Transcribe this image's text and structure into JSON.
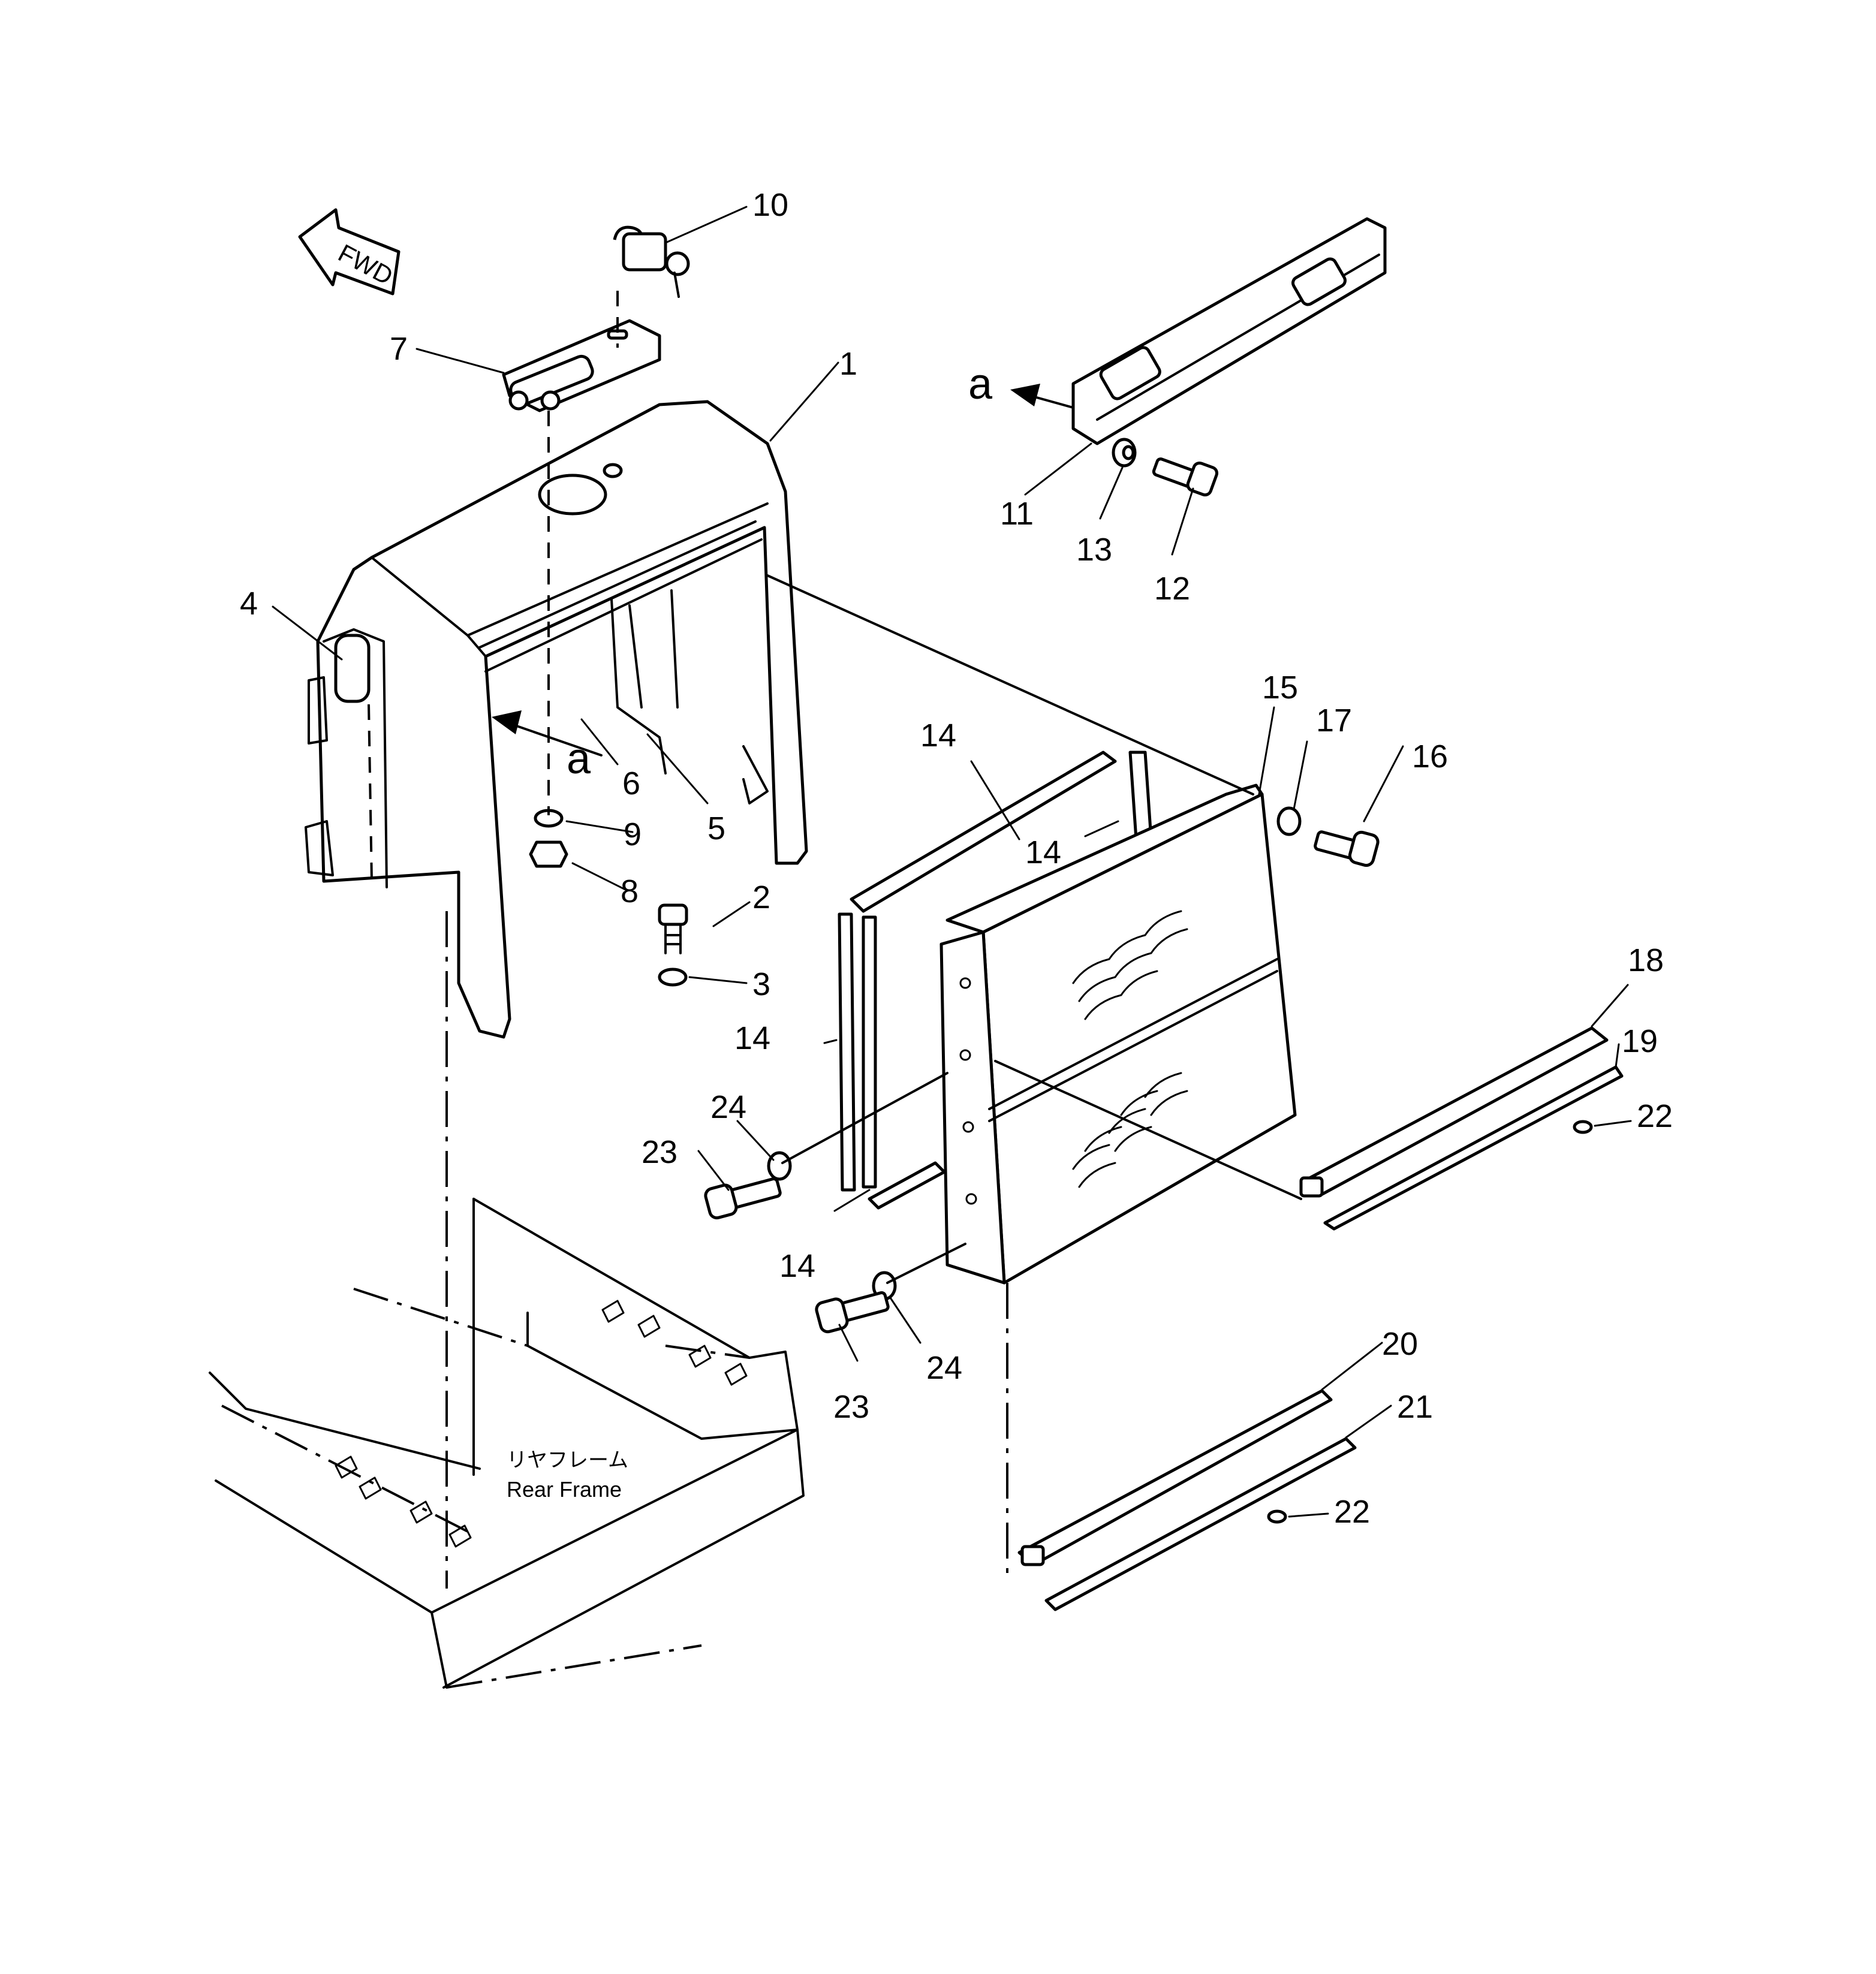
{
  "fwd_label": "FWD",
  "view_marker": "a",
  "rear_frame": {
    "ja": "リヤフレーム",
    "en": "Rear Frame"
  },
  "callouts": {
    "p1": "1",
    "p2": "2",
    "p3": "3",
    "p4": "4",
    "p5": "5",
    "p6": "6",
    "p7": "7",
    "p8": "8",
    "p9": "9",
    "p10": "10",
    "p11": "11",
    "p12": "12",
    "p13": "13",
    "p14": "14",
    "p15": "15",
    "p16": "16",
    "p17": "17",
    "p18": "18",
    "p19": "19",
    "p20": "20",
    "p21": "21",
    "p22": "22",
    "p23": "23",
    "p24": "24"
  }
}
